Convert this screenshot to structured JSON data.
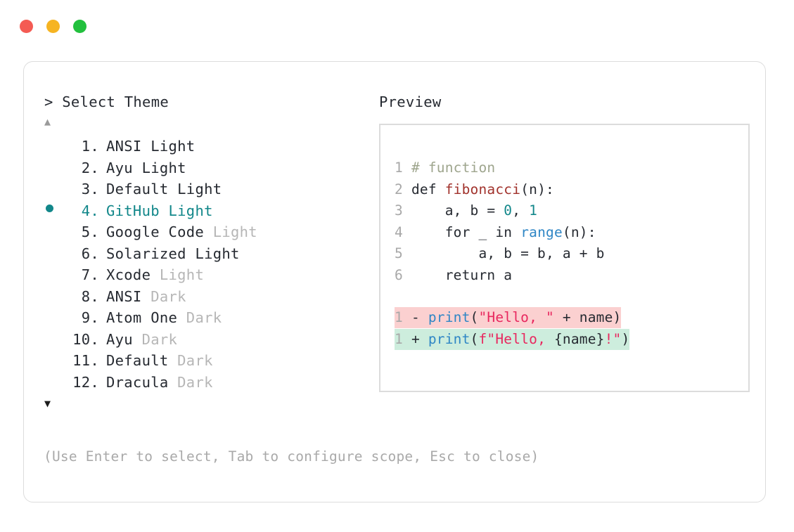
{
  "window": {
    "dots": [
      {
        "name": "close-dot",
        "color": "#f45b53"
      },
      {
        "name": "minimize-dot",
        "color": "#f6b422"
      },
      {
        "name": "maximize-dot",
        "color": "#22c03d"
      }
    ]
  },
  "palette": {
    "accent_teal": "#12878a",
    "text": "#262a31",
    "dim": "#b6b6b6",
    "hint": "#a9a9a9",
    "border": "#dcdcdc",
    "diff_del_bg": "#fbd0d0",
    "diff_add_bg": "#cdeddd"
  },
  "selector": {
    "prompt": "> Select Theme",
    "scroll_up_icon": "▲",
    "scroll_down_icon": "▼",
    "selected_index": 4,
    "items": [
      {
        "num": "1.",
        "name": "ANSI",
        "variant": "Light",
        "variant_dim": false,
        "selected": false
      },
      {
        "num": "2.",
        "name": "Ayu",
        "variant": "Light",
        "variant_dim": false,
        "selected": false
      },
      {
        "num": "3.",
        "name": "Default",
        "variant": "Light",
        "variant_dim": false,
        "selected": false
      },
      {
        "num": "4.",
        "name": "GitHub",
        "variant": "Light",
        "variant_dim": false,
        "selected": true
      },
      {
        "num": "5.",
        "name": "Google Code",
        "variant": "Light",
        "variant_dim": true,
        "selected": false
      },
      {
        "num": "6.",
        "name": "Solarized",
        "variant": "Light",
        "variant_dim": false,
        "selected": false
      },
      {
        "num": "7.",
        "name": "Xcode",
        "variant": "Light",
        "variant_dim": true,
        "selected": false
      },
      {
        "num": "8.",
        "name": "ANSI",
        "variant": "Dark",
        "variant_dim": true,
        "selected": false
      },
      {
        "num": "9.",
        "name": "Atom One",
        "variant": "Dark",
        "variant_dim": true,
        "selected": false
      },
      {
        "num": "10.",
        "name": "Ayu",
        "variant": "Dark",
        "variant_dim": true,
        "selected": false
      },
      {
        "num": "11.",
        "name": "Default",
        "variant": "Dark",
        "variant_dim": true,
        "selected": false
      },
      {
        "num": "12.",
        "name": "Dracula",
        "variant": "Dark",
        "variant_dim": true,
        "selected": false
      }
    ]
  },
  "preview": {
    "label": "Preview",
    "code_lines": [
      {
        "lnum": "1",
        "tokens": [
          {
            "t": "# function",
            "c": "tok-comment"
          }
        ]
      },
      {
        "lnum": "2",
        "tokens": [
          {
            "t": "def ",
            "c": "code-body"
          },
          {
            "t": "fibonacci",
            "c": "tok-func"
          },
          {
            "t": "(n):",
            "c": "code-body"
          }
        ]
      },
      {
        "lnum": "3",
        "tokens": [
          {
            "t": "    a, b = ",
            "c": "code-body"
          },
          {
            "t": "0",
            "c": "tok-num"
          },
          {
            "t": ", ",
            "c": "code-body"
          },
          {
            "t": "1",
            "c": "tok-num"
          }
        ]
      },
      {
        "lnum": "4",
        "tokens": [
          {
            "t": "    for _ in ",
            "c": "code-body"
          },
          {
            "t": "range",
            "c": "tok-builtin"
          },
          {
            "t": "(n):",
            "c": "code-body"
          }
        ]
      },
      {
        "lnum": "5",
        "tokens": [
          {
            "t": "        a, b = b, a + b",
            "c": "code-body"
          }
        ]
      },
      {
        "lnum": "6",
        "tokens": [
          {
            "t": "    return a",
            "c": "code-body"
          }
        ]
      }
    ],
    "diff_lines": [
      {
        "kind": "diff-del",
        "lnum": "1",
        "marker": "-",
        "tokens": [
          {
            "t": "print",
            "c": "tok-print"
          },
          {
            "t": "(",
            "c": "code-body"
          },
          {
            "t": "\"Hello, \"",
            "c": "tok-str"
          },
          {
            "t": " + name)",
            "c": "code-body"
          }
        ]
      },
      {
        "kind": "diff-add",
        "lnum": "1",
        "marker": "+",
        "tokens": [
          {
            "t": "print",
            "c": "tok-print"
          },
          {
            "t": "(",
            "c": "code-body"
          },
          {
            "t": "f\"Hello, ",
            "c": "tok-str"
          },
          {
            "t": "{name}",
            "c": "code-body"
          },
          {
            "t": "!\"",
            "c": "tok-str"
          },
          {
            "t": ")",
            "c": "code-body"
          }
        ]
      }
    ]
  },
  "footer": {
    "hint": "(Use Enter to select, Tab to configure scope, Esc to close)"
  }
}
